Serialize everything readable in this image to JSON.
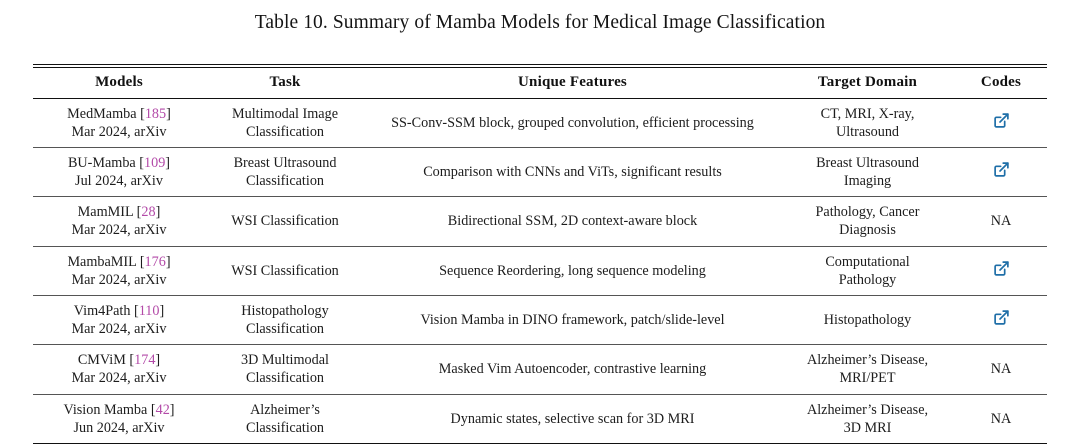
{
  "caption": {
    "label": "Table 10.",
    "text": "Summary of Mamba Models for Medical Image Classification",
    "full": "Table 10.  Summary of Mamba Models for Medical Image Classification"
  },
  "colors": {
    "citation": "#b34aa8",
    "link_icon": "#1f6fa8",
    "rule": "#111111",
    "text": "#1c1c1c"
  },
  "table": {
    "columns": [
      "Models",
      "Task",
      "Unique Features",
      "Target Domain",
      "Codes"
    ],
    "rows": [
      {
        "model_name": "MedMamba",
        "citation": "185",
        "model_meta": "Mar 2024, arXiv",
        "task_line1": "Multimodal Image",
        "task_line2": "Classification",
        "features": "SS-Conv-SSM block, grouped convolution, efficient processing",
        "domain_line1": "CT, MRI, X-ray,",
        "domain_line2": "Ultrasound",
        "code": "link",
        "code_label": "external-link"
      },
      {
        "model_name": "BU-Mamba",
        "citation": "109",
        "model_meta": "Jul 2024, arXiv",
        "task_line1": "Breast Ultrasound",
        "task_line2": "Classification",
        "features": "Comparison with CNNs and ViTs, significant results",
        "domain_line1": "Breast Ultrasound",
        "domain_line2": "Imaging",
        "code": "link",
        "code_label": "external-link"
      },
      {
        "model_name": "MamMIL",
        "citation": "28",
        "model_meta": "Mar 2024, arXiv",
        "task_line1": "WSI Classification",
        "task_line2": "",
        "features": "Bidirectional SSM, 2D context-aware block",
        "domain_line1": "Pathology, Cancer",
        "domain_line2": "Diagnosis",
        "code": "NA",
        "code_label": "NA"
      },
      {
        "model_name": "MambaMIL",
        "citation": "176",
        "model_meta": "Mar 2024, arXiv",
        "task_line1": "WSI Classification",
        "task_line2": "",
        "features": "Sequence Reordering, long sequence modeling",
        "domain_line1": "Computational",
        "domain_line2": "Pathology",
        "code": "link",
        "code_label": "external-link"
      },
      {
        "model_name": "Vim4Path",
        "citation": "110",
        "model_meta": "Mar 2024, arXiv",
        "task_line1": "Histopathology",
        "task_line2": "Classification",
        "features": "Vision Mamba in DINO framework, patch/slide-level",
        "domain_line1": "Histopathology",
        "domain_line2": "",
        "code": "link",
        "code_label": "external-link"
      },
      {
        "model_name": "CMViM",
        "citation": "174",
        "model_meta": "Mar 2024, arXiv",
        "task_line1": "3D Multimodal",
        "task_line2": "Classification",
        "features": "Masked Vim Autoencoder, contrastive learning",
        "domain_line1": "Alzheimer’s Disease,",
        "domain_line2": "MRI/PET",
        "code": "NA",
        "code_label": "NA"
      },
      {
        "model_name": "Vision Mamba",
        "citation": "42",
        "model_meta": "Jun 2024, arXiv",
        "task_line1": "Alzheimer’s",
        "task_line2": "Classification",
        "features": "Dynamic states, selective scan for 3D MRI",
        "domain_line1": "Alzheimer’s Disease,",
        "domain_line2": "3D MRI",
        "code": "NA",
        "code_label": "NA"
      }
    ]
  }
}
